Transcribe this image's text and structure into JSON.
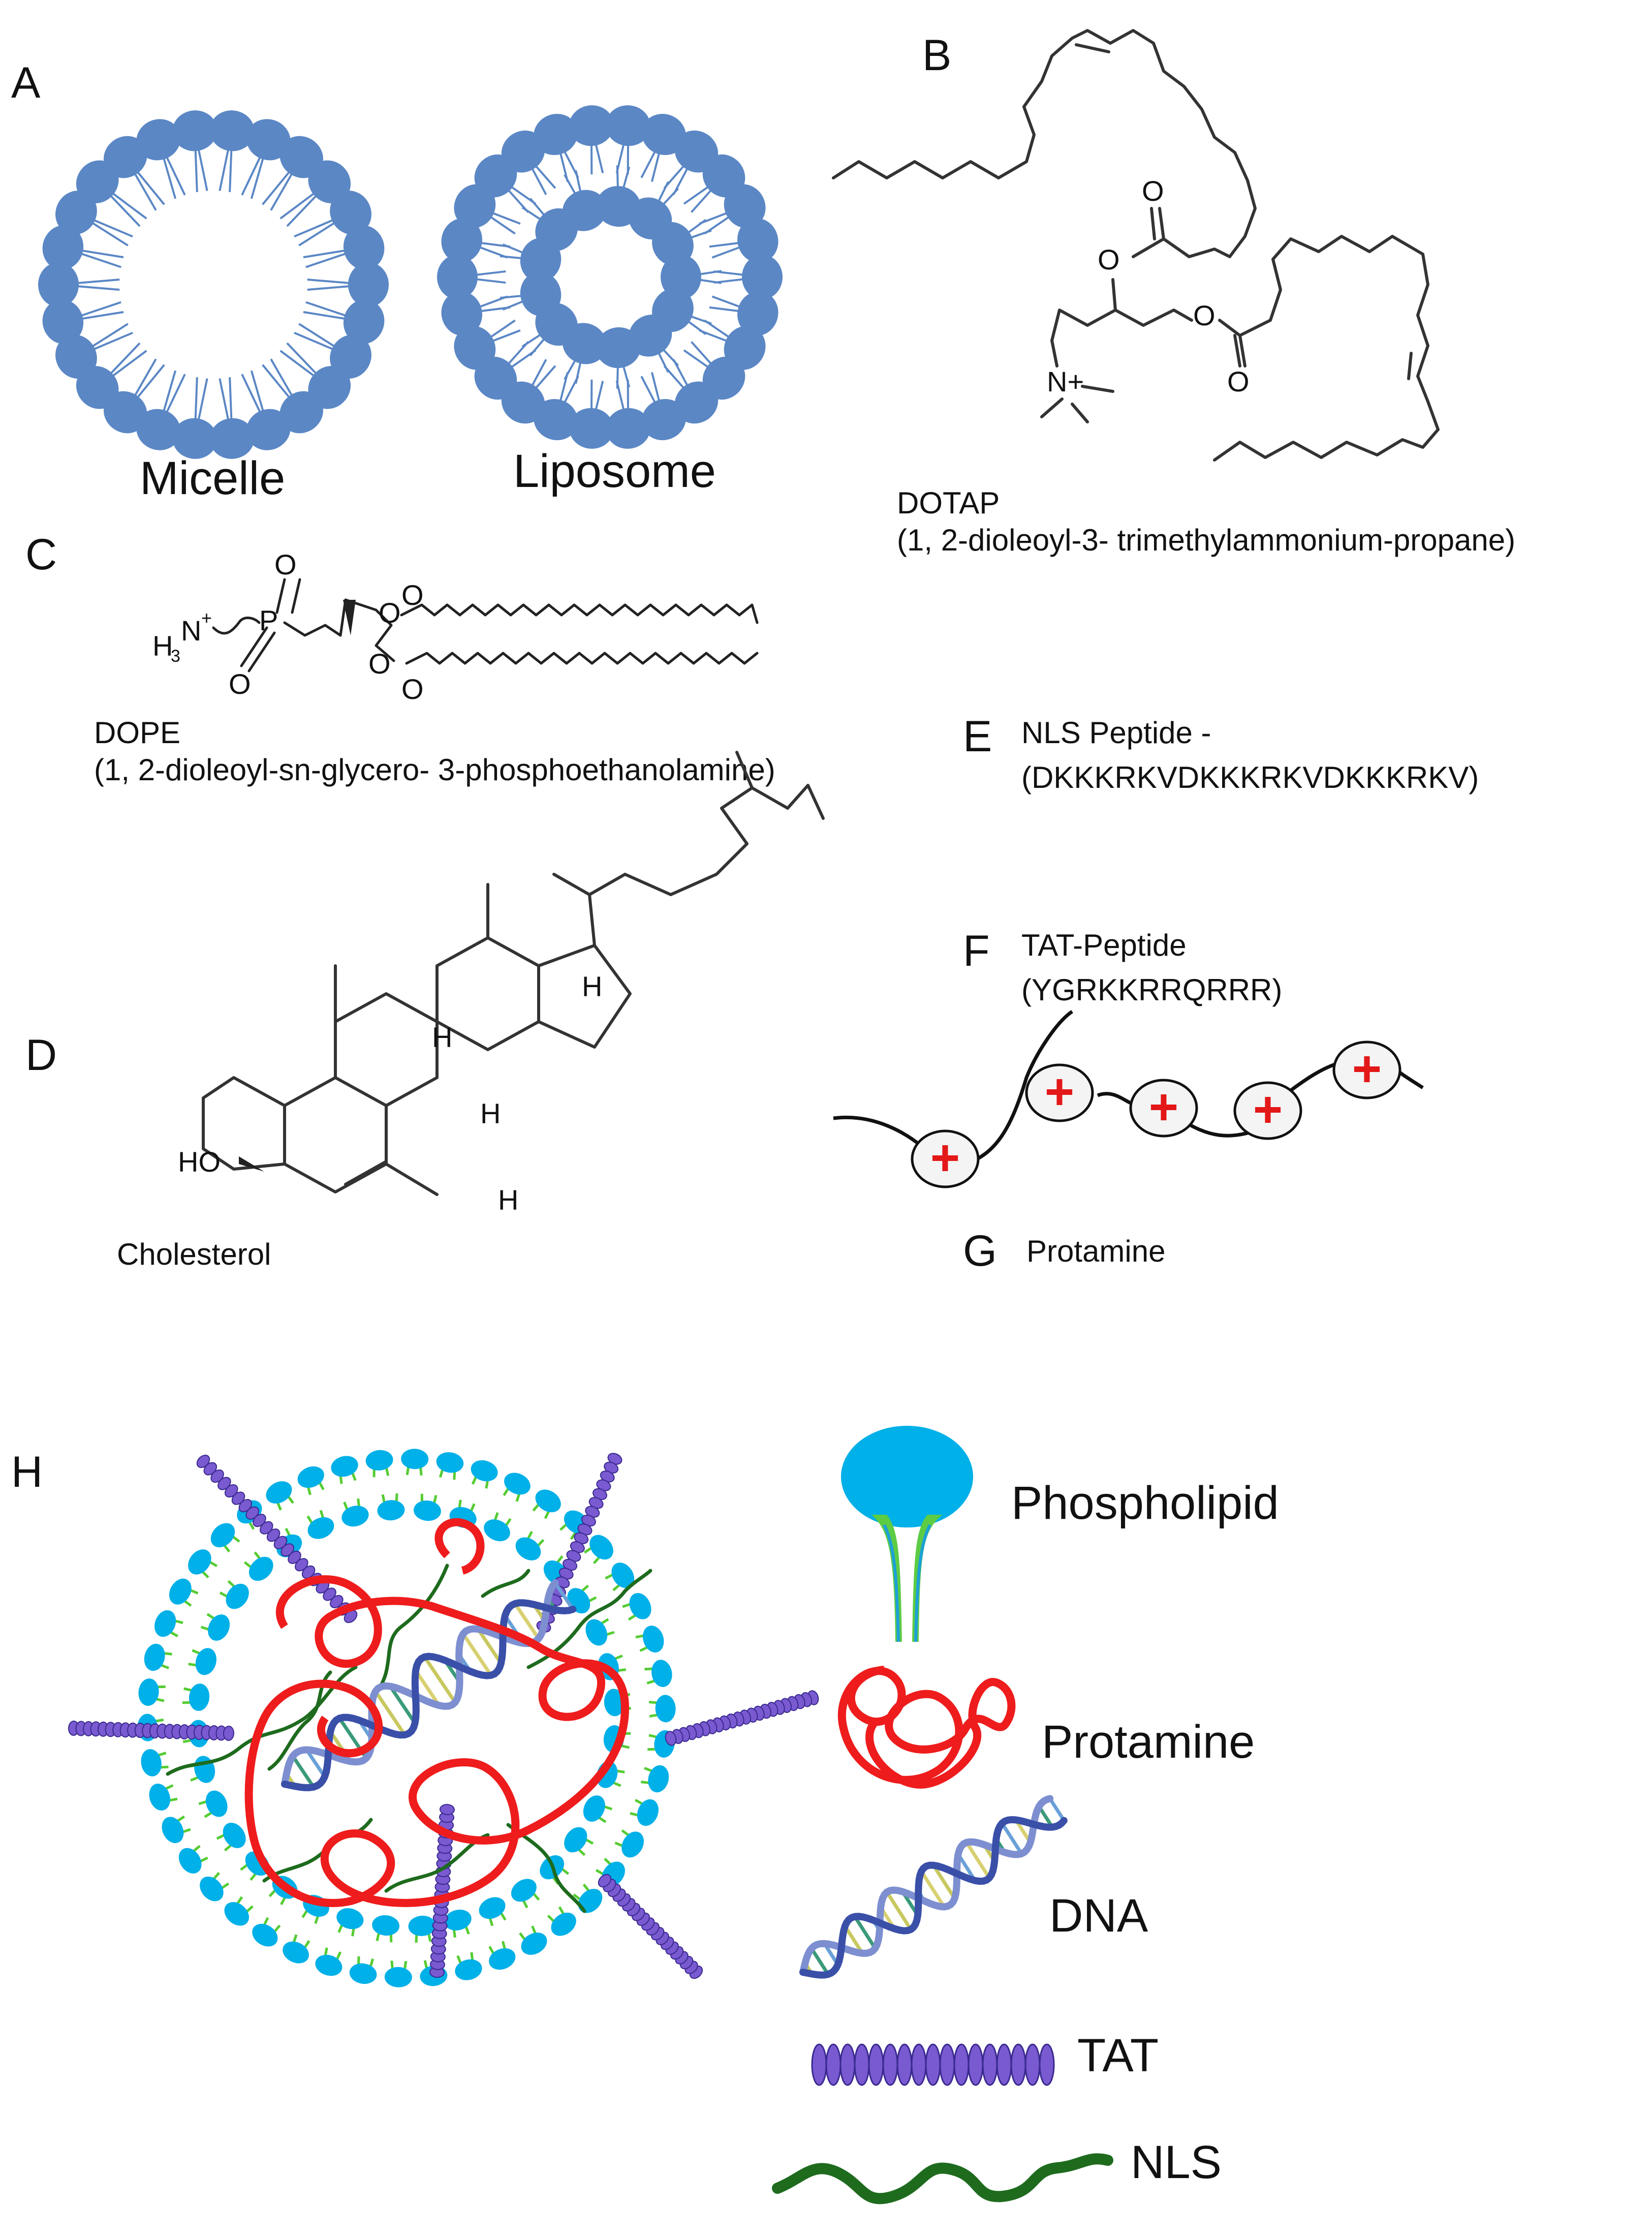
{
  "panels": {
    "A": {
      "letter": "A",
      "micelle_label": "Micelle",
      "liposome_label": "Liposome"
    },
    "B": {
      "letter": "B",
      "name": "DOTAP",
      "full_name": "(1, 2-dioleoyl-3- trimethylammonium-propane)",
      "atoms": {
        "o_carbonyl_1": "O",
        "o_ester_1": "O",
        "o_ester_2": "O",
        "o_carbonyl_2": "O",
        "nitrogen": "N+"
      }
    },
    "C": {
      "letter": "C",
      "name": "DOPE",
      "full_name": "(1, 2-dioleoyl-sn-glycero- 3-phosphoethanolamine)",
      "atoms": {
        "amine_h": "H",
        "amine_3": "3",
        "amine_n": "N",
        "amine_plus": "+",
        "phosphorus": "P",
        "o1": "O",
        "o2": "O",
        "o3": "O",
        "o4": "O",
        "o5": "O",
        "o6": "O"
      }
    },
    "D": {
      "letter": "D",
      "name": "Cholesterol",
      "atoms": {
        "hydroxyl": "HO",
        "h1": "H",
        "h2": "H",
        "h3": "H",
        "h4": "H"
      }
    },
    "E": {
      "letter": "E",
      "name": "NLS Peptide -",
      "sequence": "(DKKKRKVDKKKRKVDKKKRKV)"
    },
    "F": {
      "letter": "F",
      "name": "TAT-Peptide",
      "sequence": "(YGRKKRRQRRR)"
    },
    "G": {
      "letter": "G",
      "name": "Protamine",
      "charge_symbol": "+"
    },
    "H": {
      "letter": "H",
      "legend": [
        "Phospholipid",
        "Protamine",
        "DNA",
        "TAT",
        "NLS"
      ]
    }
  },
  "colors": {
    "head_blue": "#5b87c5",
    "phospholipid_cyan": "#00b0e8",
    "tail_green": "#55cc33",
    "protamine_red": "#ee1c1c",
    "nls_green": "#1e6b1e",
    "tat_purple": "#7a5ad0",
    "dna_blue": "#3a4fa8"
  },
  "icons": [
    "micelle-diagram",
    "liposome-diagram",
    "protamine-chain-icon",
    "lipoplex-nanoparticle",
    "phospholipid-icon",
    "protamine-coil-icon",
    "dna-helix-icon",
    "tat-bead-chain-icon",
    "nls-strand-icon"
  ]
}
